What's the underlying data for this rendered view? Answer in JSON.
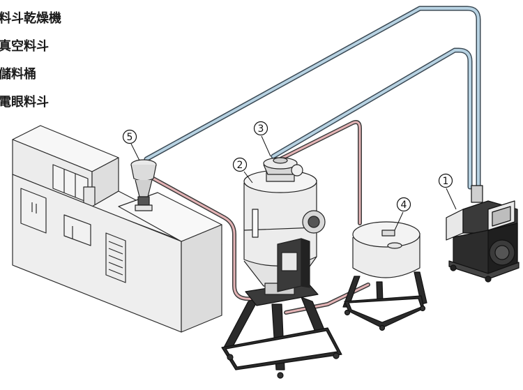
{
  "legend": {
    "items": [
      {
        "label": "料斗乾燥機"
      },
      {
        "label": "真空料斗"
      },
      {
        "label": "儲料桶"
      },
      {
        "label": "電眼料斗"
      }
    ]
  },
  "callouts": {
    "c1": "1",
    "c2": "2",
    "c3": "3",
    "c4": "4",
    "c5": "5"
  },
  "colors": {
    "pipe_blue": "#a9c7d8",
    "pipe_red": "#d9a3a6",
    "outline": "#222222",
    "machine_dark": "#2e2e2e"
  }
}
